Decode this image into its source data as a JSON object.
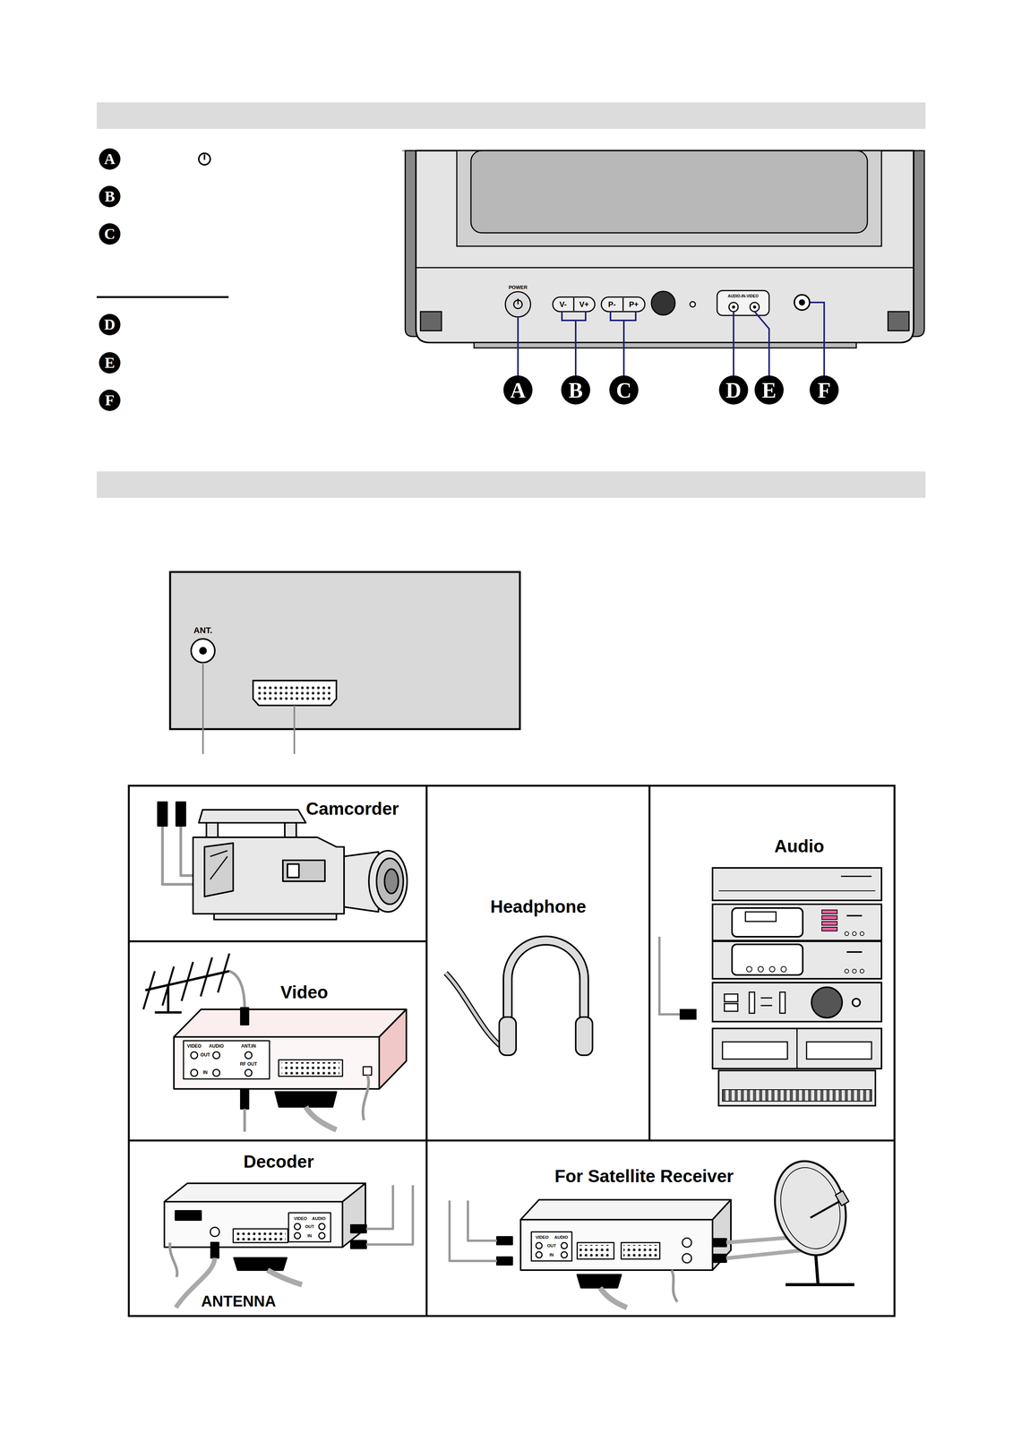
{
  "diagram": {
    "nodes": [
      {
        "text": [
          "ANT."
        ]
      },
      {
        "text": [
          "Camcorder"
        ]
      },
      {
        "text": [
          "Headphone"
        ]
      },
      {
        "text": [
          "Audio"
        ]
      },
      {
        "text": [
          "Video"
        ]
      },
      {
        "text": [
          "Decoder"
        ]
      },
      {
        "text": [
          "For Satellite Receiver"
        ]
      }
    ],
    "labels": [
      "A",
      "B",
      "C",
      "D",
      "E",
      "F",
      "POWER",
      "V-",
      "V+",
      "P-",
      "P+",
      "AUDIO-IN-VIDEO",
      "A",
      "B",
      "C",
      "D",
      "E",
      "F",
      "VIDEO",
      "AUDIO",
      "OUT",
      "IN",
      "ANT.IN",
      "RF OUT",
      "ANTENNA",
      "VIDEO",
      "AUDIO",
      "OUT",
      "IN",
      "VIDEO",
      "AUDIO",
      "OUT",
      "IN"
    ]
  }
}
